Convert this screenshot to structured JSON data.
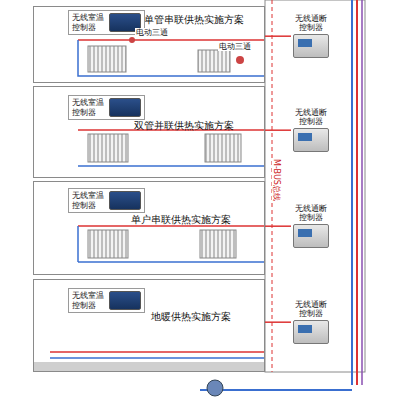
{
  "diagram": {
    "nodes": [
      {
        "text": [
          "单管串联供热实施方案"
        ]
      },
      {
        "text": [
          "无线室温控制器"
        ],
        "in": 0
      },
      {
        "text": [
          "无线通断控制器"
        ]
      },
      {
        "text": [
          "双管并联供热实施方案"
        ]
      },
      {
        "text": [
          "无线室温控制器"
        ],
        "in": 3
      },
      {
        "text": [
          "无线通断控制器"
        ]
      },
      {
        "text": [
          "单户串联供热实施方案"
        ]
      },
      {
        "text": [
          "无线室温控制器"
        ],
        "in": 6
      },
      {
        "text": [
          "无线通断控制器"
        ]
      },
      {
        "text": [
          "地暖供热实施方案"
        ]
      },
      {
        "text": [
          "无线室温控制器"
        ],
        "in": 9
      },
      {
        "text": [
          "无线通断控制器"
        ]
      }
    ],
    "edges": [
      {
        "from": 0,
        "to": 2,
        "arrow": "none"
      },
      {
        "from": 3,
        "to": 5,
        "arrow": "none"
      },
      {
        "from": 6,
        "to": 8,
        "arrow": "none"
      },
      {
        "from": 9,
        "to": 11,
        "arrow": "none"
      }
    ],
    "labels": [
      "电动三通",
      "电动三通",
      "M-BUS总线"
    ]
  }
}
